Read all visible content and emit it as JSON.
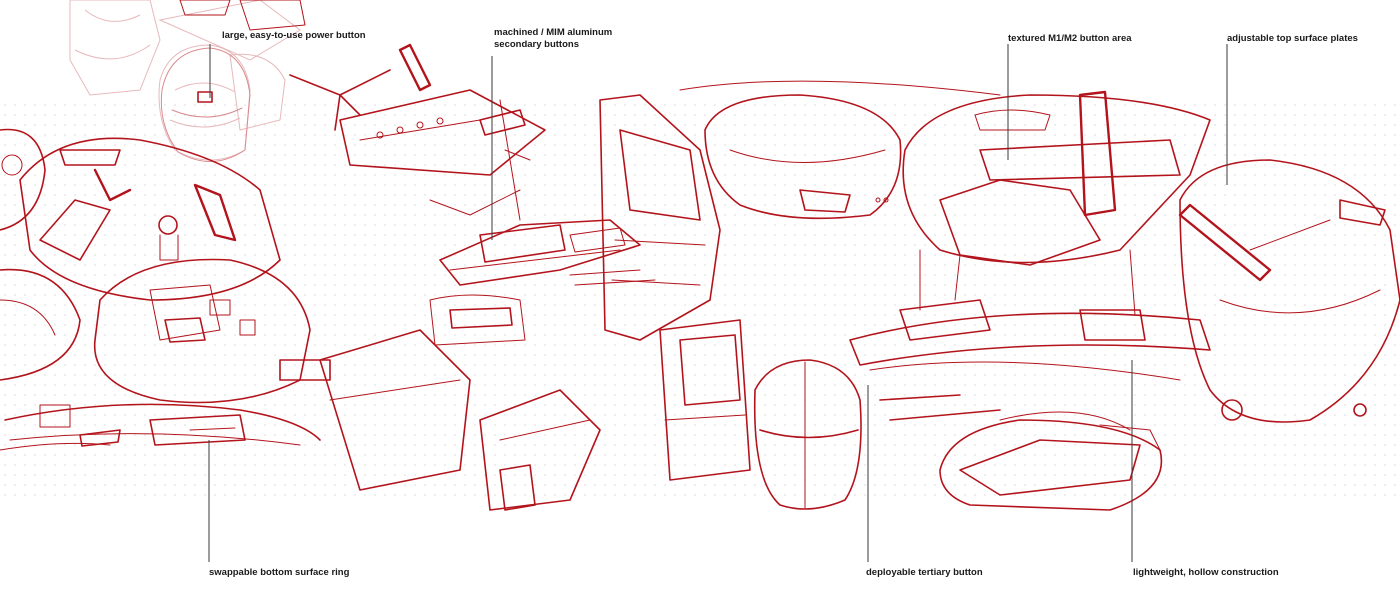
{
  "colors": {
    "accent": "#b3141c",
    "faint": "#e7b9bb",
    "dots": "#d9d9d9",
    "text": "#1a1a1a"
  },
  "callouts": {
    "power_button": "large, easy-to-use power button",
    "secondary_buttons_line1": "machined / MIM aluminum",
    "secondary_buttons_line2": "secondary buttons",
    "m1m2_area": "textured M1/M2 button area",
    "top_plates": "adjustable top surface plates",
    "bottom_ring": "swappable bottom surface ring",
    "tertiary_button": "deployable tertiary button",
    "hollow_construction": "lightweight, hollow construction"
  }
}
